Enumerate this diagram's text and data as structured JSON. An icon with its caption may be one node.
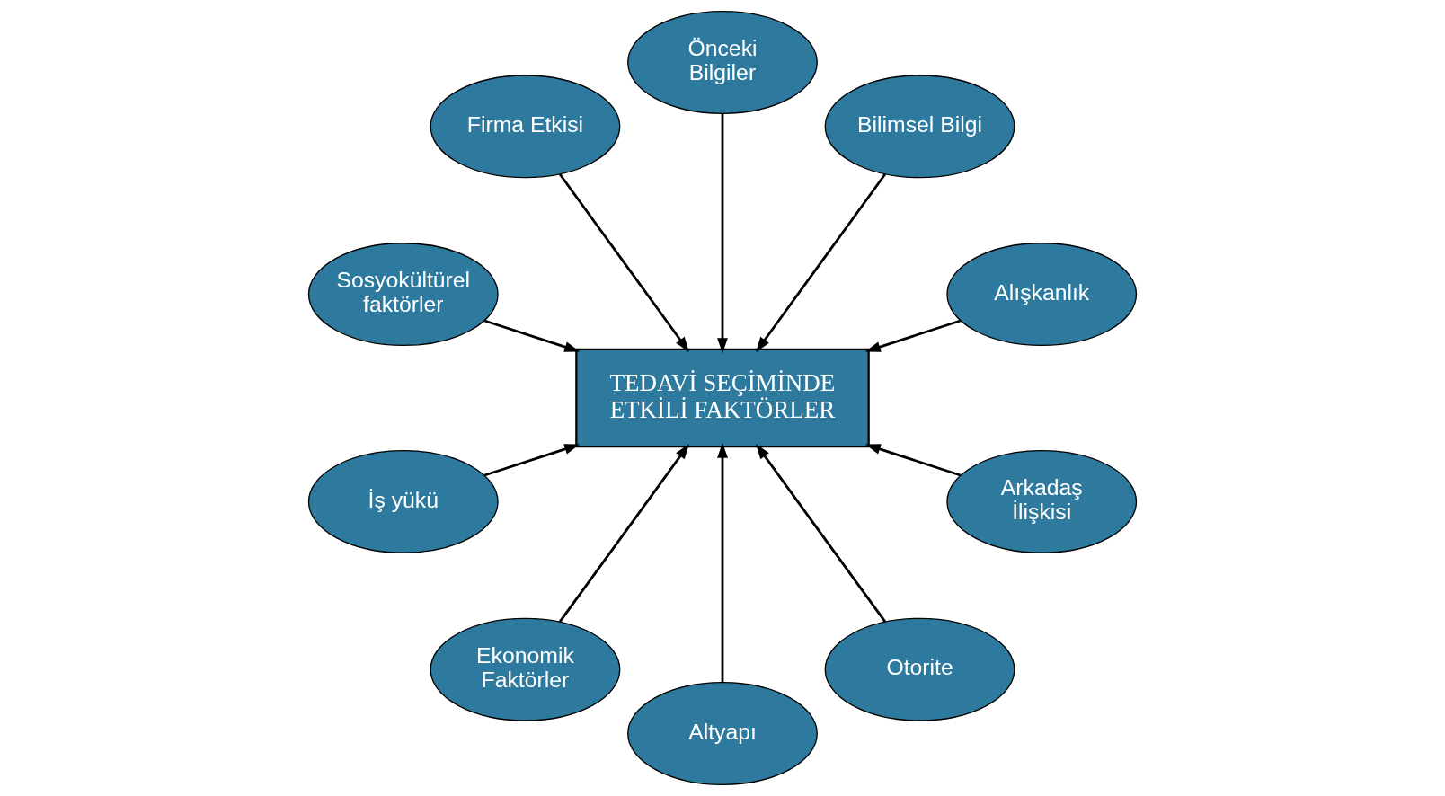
{
  "diagram": {
    "nodes": [
      {
        "text": [
          "Alışkanlık"
        ]
      },
      {
        "text": [
          "Bilimsel Bilgi"
        ]
      },
      {
        "text": [
          "Önceki Bilgiler"
        ]
      },
      {
        "text": [
          "Firma Etkisi"
        ]
      },
      {
        "text": [
          "Sosyokültürel faktörler"
        ]
      },
      {
        "text": [
          "TEDAVİ SEÇİMİNDE ETKİLİ FAKTÖRLER"
        ]
      },
      {
        "text": [
          "İş yükü"
        ]
      },
      {
        "text": [
          "Ekonomik Faktörler"
        ]
      },
      {
        "text": [
          "Altyapı"
        ]
      },
      {
        "text": [
          "Otorite"
        ]
      },
      {
        "text": [
          "Arkadaş İlişkisi"
        ]
      }
    ],
    "edges": [
      {
        "from": 0,
        "to": 5,
        "arrow": "to"
      },
      {
        "from": 2,
        "to": 5,
        "arrow": "to"
      },
      {
        "from": 4,
        "to": 5,
        "arrow": "to"
      },
      {
        "from": 7,
        "to": 5,
        "arrow": "to"
      },
      {
        "from": 9,
        "to": 5,
        "arrow": "to"
      },
      {
        "from": 10,
        "to": 5,
        "arrow": "to"
      },
      {
        "from": 8,
        "to": 5,
        "arrow": "to"
      },
      {
        "from": 6,
        "to": 5,
        "arrow": "to"
      },
      {
        "from": 3,
        "to": 5,
        "arrow": "to"
      },
      {
        "from": 1,
        "to": 5,
        "arrow": "to"
      }
    ]
  }
}
